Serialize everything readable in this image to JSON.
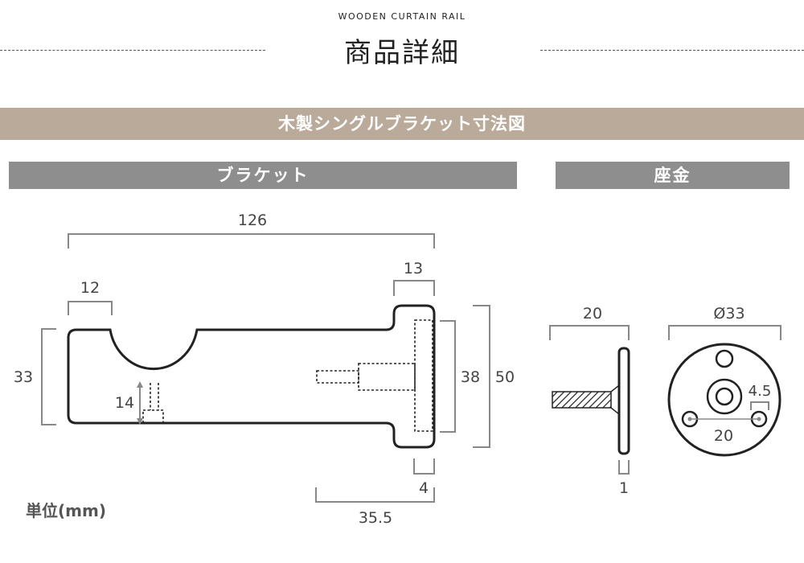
{
  "header": {
    "subtitle": "WOODEN CURTAIN RAIL",
    "title": "商品詳細"
  },
  "banner": {
    "title": "木製シングルブラケット寸法図"
  },
  "sections": {
    "bracket_label": "ブラケット",
    "plate_label": "座金"
  },
  "unit_note": "単位(mm)",
  "dimensions": {
    "bracket": {
      "total_length": "126",
      "cup_width": "12",
      "end_width": "13",
      "height": "33",
      "screw_depth": "14",
      "inner_height": "38",
      "outer_height": "50",
      "end_thickness": "4",
      "screw_length": "35.5"
    },
    "plate_side": {
      "width": "20",
      "thickness": "1"
    },
    "plate_front": {
      "diameter": "Ø33",
      "hole": "4.5",
      "hole_spacing": "20"
    }
  },
  "colors": {
    "banner": "#b9aa9a",
    "section": "#8e8e8e",
    "line": "#888888",
    "outline": "#222222"
  }
}
